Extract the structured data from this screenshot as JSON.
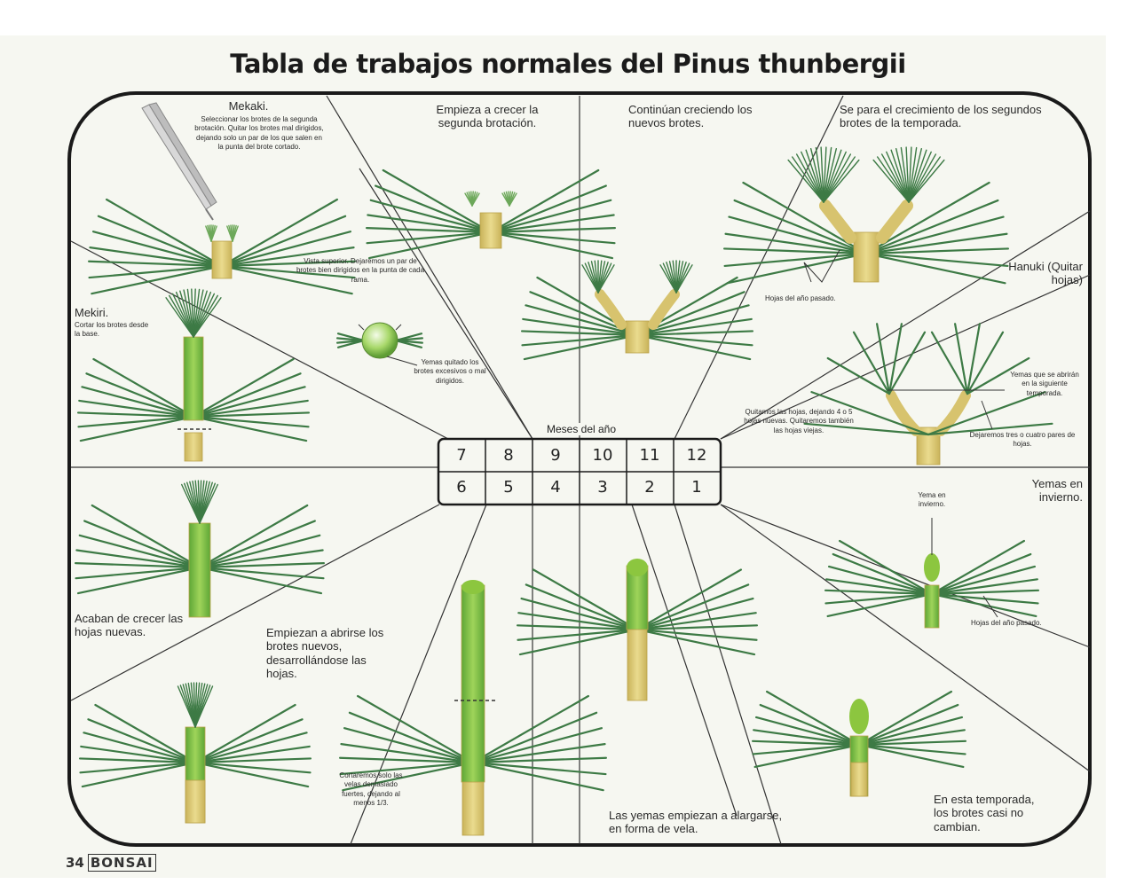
{
  "title": "Tabla de trabajos normales del Pinus thunbergii",
  "months_label": "Meses del año",
  "months_top": [
    "7",
    "8",
    "9",
    "10",
    "11",
    "12"
  ],
  "months_bottom": [
    "6",
    "5",
    "4",
    "3",
    "2",
    "1"
  ],
  "labels": {
    "mekaki_title": "Mekaki.",
    "mekaki_text": "Seleccionar los brotes de la segunda brotación. Quitar los brotes mal dirigidos, dejando solo un par de los que salen en la punta del brote cortado.",
    "segunda": "Empieza a crecer la segunda brotación.",
    "continuan": "Continúan creciendo los nuevos brotes.",
    "se_para": "Se para el crecimiento de los segundos brotes de la temporada.",
    "hojas_pasado_1": "Hojas del año pasado.",
    "hanuki": "Hanuki (Quitar hojas)",
    "mekiri_title": "Mekiri.",
    "mekiri_text": "Cortar los brotes desde la base.",
    "vista": "Vista superior. Dejaremos un par de brotes bien dirigidos en la punta de cada rama.",
    "yemas_quitado": "Yemas quitado los brotes excesivos o mal dirigidos.",
    "quitamos": "Quitamos las hojas, dejando 4 o 5 hojas nuevas. Quitaremos también las hojas viejas.",
    "yemas_abriran": "Yemas que se abrirán en la siguiente temporada.",
    "dejaremos": "Dejaremos tres o cuatro pares de hojas.",
    "yemas_invierno": "Yemas en invierno.",
    "yema_en_invierno": "Yema en invierno.",
    "hojas_pasado_2": "Hojas del año pasado.",
    "acaban": "Acaban de crecer las hojas nuevas.",
    "empiezan": "Empiezan a abrirse los brotes nuevos, desarrollándose las hojas.",
    "cortaremos": "Cortaremos solo las velas demasiado fuertes, dejando al menos 1/3.",
    "yemas_vela": "Las yemas empiezan a alargarse, en forma de vela.",
    "temporada": "En esta temporada, los brotes casi no cambian."
  },
  "footer": {
    "page": "34",
    "magazine": "BONSAI"
  },
  "colors": {
    "needle": "#3d7a45",
    "needle_light": "#6da85a",
    "stem": "#d7c36e",
    "shoot": "#8cc63f",
    "frame": "#1a1a1a",
    "paper": "#f6f7f1"
  }
}
